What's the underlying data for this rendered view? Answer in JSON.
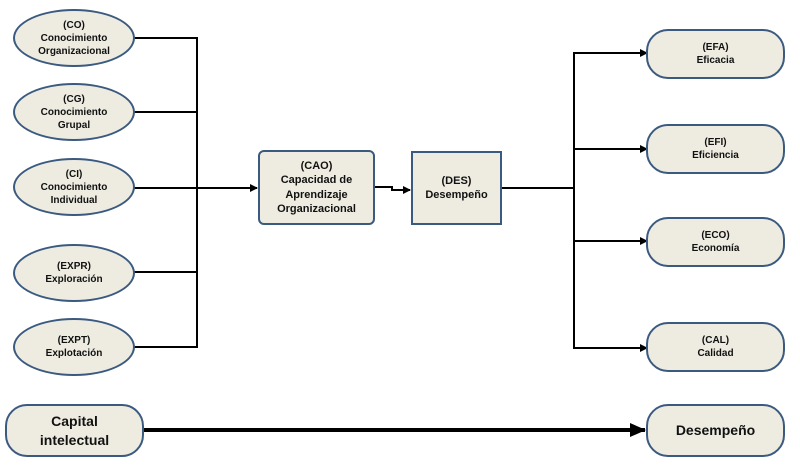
{
  "inputs": [
    {
      "code": "(CO)",
      "name": "Conocimiento Organizacional"
    },
    {
      "code": "(CG)",
      "name": "Conocimiento Grupal"
    },
    {
      "code": "(CI)",
      "name": "Conocimiento Individual"
    },
    {
      "code": "(EXPR)",
      "name": "Exploración"
    },
    {
      "code": "(EXPT)",
      "name": "Explotación"
    }
  ],
  "center": {
    "code": "(CAO)",
    "name": "Capacidad de Aprendizaje Organizacional"
  },
  "performance": {
    "code": "(DES)",
    "name": "Desempeño"
  },
  "outputs": [
    {
      "code": "(EFA)",
      "name": "Eficacia"
    },
    {
      "code": "(EFI)",
      "name": "Eficiencia"
    },
    {
      "code": "(ECO)",
      "name": "Economía"
    },
    {
      "code": "(CAL)",
      "name": "Calidad"
    }
  ],
  "bottom": {
    "source": "Capital intelectual",
    "target": "Desempeño"
  },
  "colors": {
    "fill": "#eeece1",
    "border": "#3b5a80",
    "line": "#000000"
  }
}
